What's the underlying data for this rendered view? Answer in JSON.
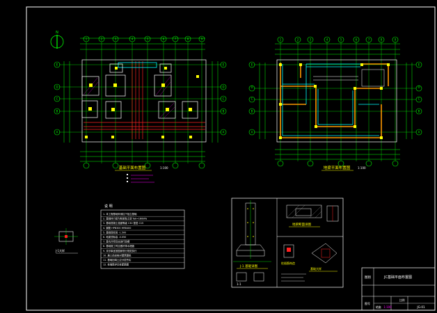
{
  "sheet": {
    "drawing_title": "JC基础平面布置图",
    "table_left_label": "图别",
    "table_bottom_left": "图号",
    "table_bottom_mid": "结施",
    "table_right_top": "比例",
    "table_right_value": "1:100",
    "table_sheet_no": "JG-01"
  },
  "plans": {
    "left_title": "基础平面布置图",
    "left_scale": "1:100",
    "right_title": "地梁平面布置图",
    "right_scale": "1:100",
    "north_symbol": "N"
  },
  "grid_labels": {
    "left_top": [
      "1",
      "2",
      "3",
      "4",
      "5",
      "6",
      "7",
      "8",
      "9"
    ],
    "left_side": [
      "A",
      "B",
      "C",
      "D",
      "E"
    ],
    "right_top": [
      "1",
      "2",
      "3",
      "4",
      "5",
      "6",
      "7",
      "8",
      "9"
    ],
    "right_side": [
      "A",
      "B",
      "C",
      "D",
      "E"
    ]
  },
  "notes": {
    "title": "说 明",
    "lines": [
      "1. 本工程基础采用柱下独立基础",
      "2. 基础持力层为粉质粘土层 fak=160kPa",
      "3. 基础混凝土强度等级 C30 垫层 C15",
      "4. 钢筋 HPB300 HRB400",
      "5. 基础底标高 -1.500",
      "6. 地梁顶标高 -0.050",
      "7. 基坑开挖后应进行验槽",
      "8. 基础施工时应做好排水措施",
      "9. 未尽事宜按国家现行规范执行",
      "10. 施工前应核对建筑图纸",
      "11. 基础回填土应分层夯实",
      "12. 柱插筋详见柱配筋图"
    ]
  },
  "details": {
    "detail_1": "J-1 基础详图",
    "detail_2": "地梁断面详图",
    "detail_3": "柱插筋构造",
    "detail_4": "基础大样",
    "detail_5": "1-1",
    "small_left": "J-1大样"
  }
}
